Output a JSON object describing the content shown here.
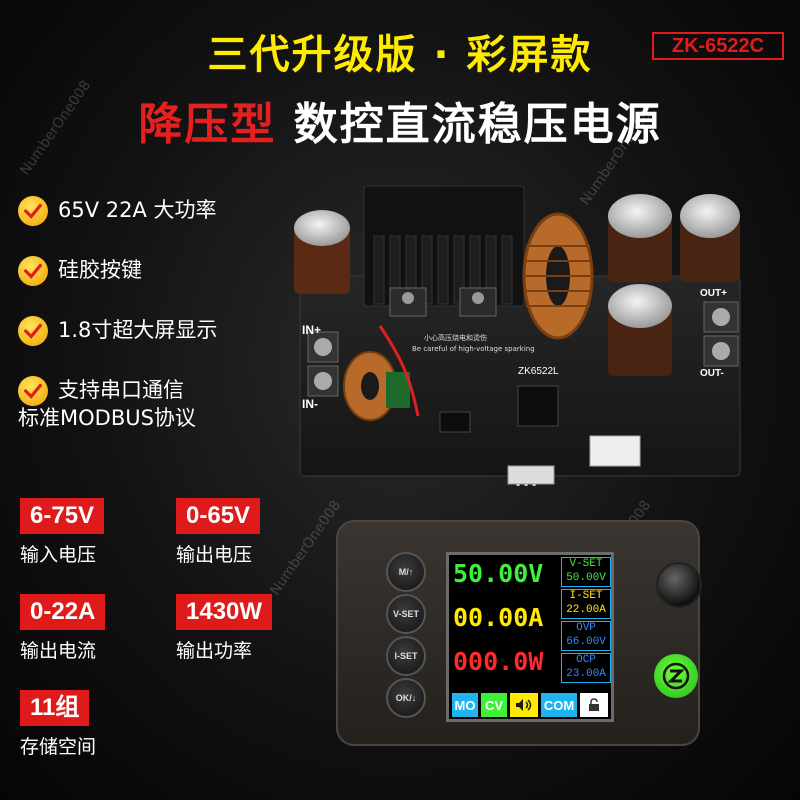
{
  "header": {
    "title_line1": "三代升级版 · 彩屏款",
    "model": "ZK-6522C",
    "title_line2_red": "降压型",
    "title_line2_white": "数控直流稳压电源"
  },
  "features": [
    {
      "text": "65V 22A 大功率"
    },
    {
      "text": "硅胶按键"
    },
    {
      "text": "1.8寸超大屏显示"
    },
    {
      "text": "支持串口通信",
      "text2": "标准MODBUS协议"
    }
  ],
  "specs": [
    {
      "value": "6-75V",
      "label": "输入电压"
    },
    {
      "value": "0-65V",
      "label": "输出电压"
    },
    {
      "value": "0-22A",
      "label": "输出电流"
    },
    {
      "value": "1430W",
      "label": "输出功率"
    },
    {
      "value": "11组",
      "label": "存储空间"
    }
  ],
  "board": {
    "silk_in_plus": "IN+",
    "silk_in_minus": "IN-",
    "silk_out_plus": "OUT+",
    "silk_out_minus": "OUT-",
    "silk_model": "ZK6522L",
    "silk_warning_cn": "小心高压烧电和烫伤",
    "silk_warning_en": "Be careful of high-voltage sparking"
  },
  "module": {
    "buttons": [
      "M/↑",
      "V-SET",
      "I-SET",
      "OK/↓"
    ],
    "screen": {
      "voltage": "50.00V",
      "current": "00.00A",
      "power": "000.0W",
      "vset_label": "V-SET",
      "vset_value": "50.00V",
      "iset_label": "I-SET",
      "iset_value": "22.00A",
      "ovp_label": "OVP",
      "ovp_value": "66.00V",
      "ocp_label": "OCP",
      "ocp_value": "23.00A",
      "status_mo": "MO",
      "status_cv": "CV",
      "status_com": "COM"
    }
  },
  "watermark": "NumberOne008",
  "colors": {
    "yellow": "#ffeb00",
    "red": "#df1a1a",
    "green": "#3ef03a",
    "cyan_blue": "#1fb4f0"
  }
}
